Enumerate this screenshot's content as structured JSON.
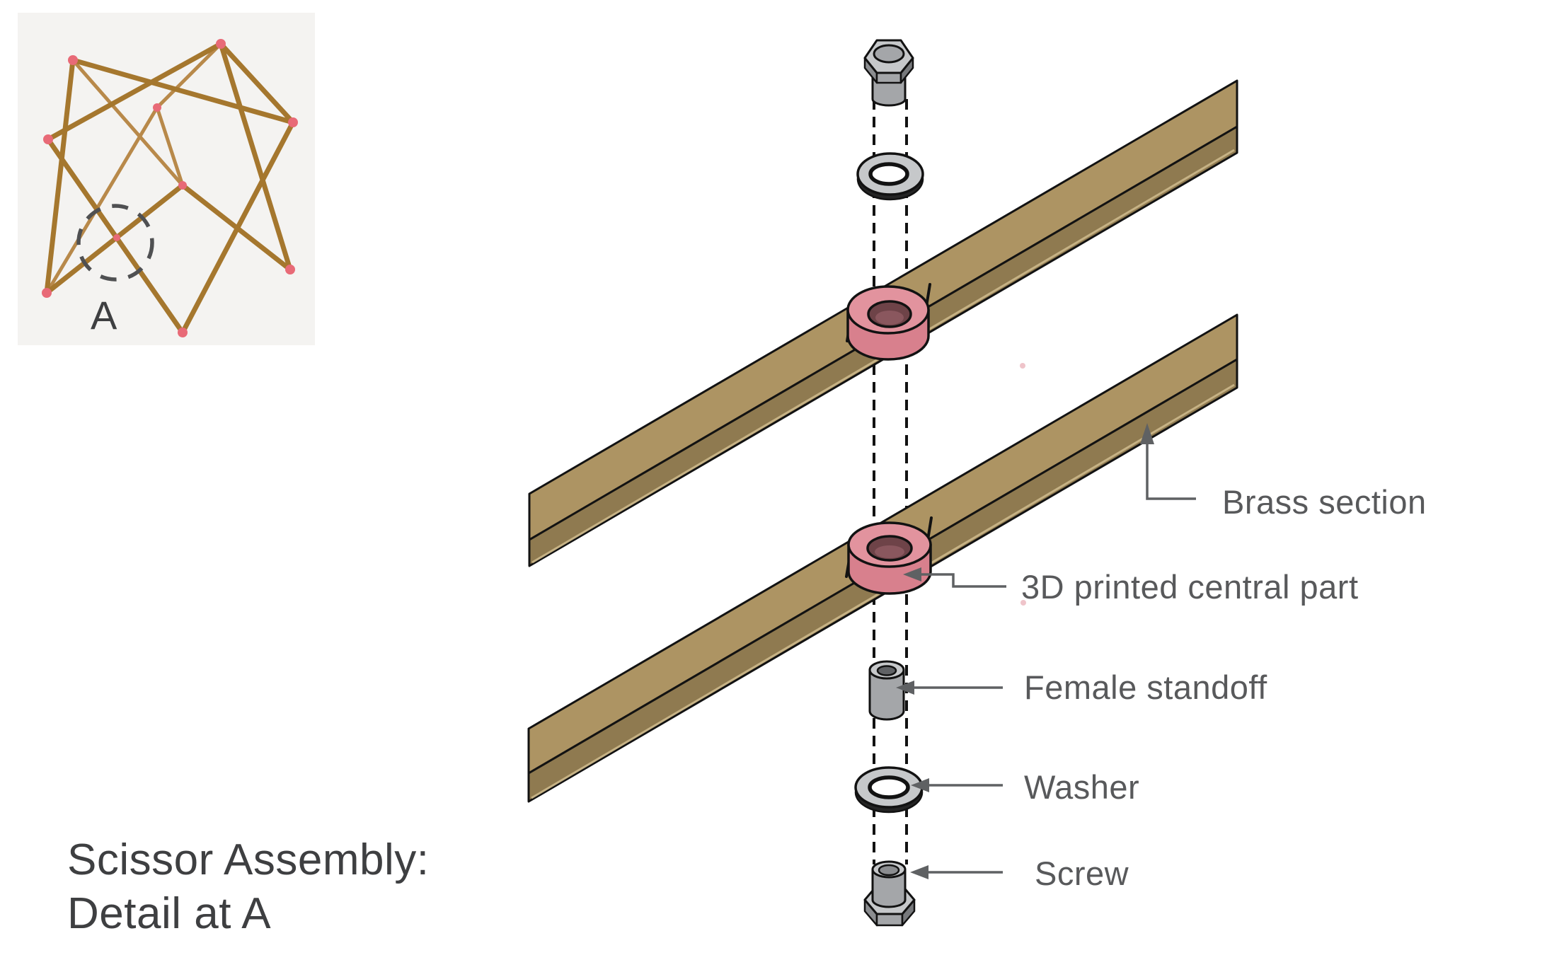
{
  "title": {
    "line1": "Scissor Assembly:",
    "line2": "Detail at A"
  },
  "photo": {
    "detail_marker": "A"
  },
  "labels": {
    "brass_section": "Brass section",
    "central_part": "3D printed central part",
    "female_standoff": "Female standoff",
    "washer": "Washer",
    "screw": "Screw"
  },
  "colors": {
    "brass_top": "#ad9463",
    "brass_front": "#8f7a50",
    "brass_edge": "#cdb98b",
    "outline": "#121212",
    "pink_top": "#e2939e",
    "pink_front": "#d8808d",
    "hole_dark": "#6e4348",
    "hole_mid": "#8a575e",
    "metal_light": "#c6c8ca",
    "metal_mid": "#a4a6a9",
    "metal_dark": "#8b8d90",
    "metal_darker": "#77797c",
    "metal_deep": "#606265",
    "washer_rim": "#242424",
    "leader": "#5f6163",
    "label_text": "#58595b",
    "title_text": "#3e3f41",
    "photo_bg": "#f4f3f1",
    "rod_front": "#a5772e",
    "rod_back": "#b8894a",
    "joint_pink": "#e86a77",
    "circle_gray": "#4f5052",
    "white": "#ffffff"
  }
}
